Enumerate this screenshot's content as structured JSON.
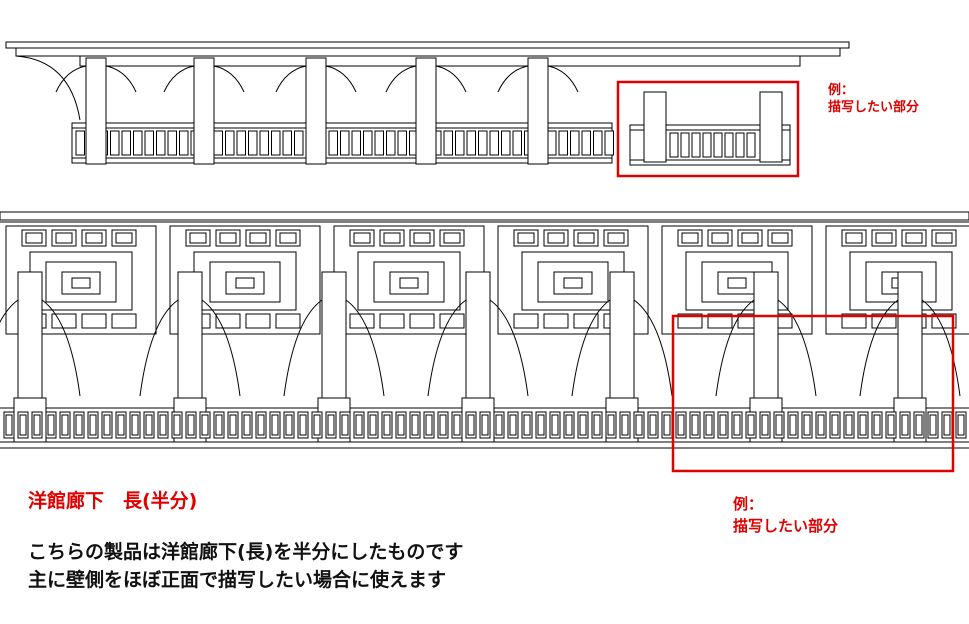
{
  "annotation_top": {
    "line1": "例：",
    "line2": "描写したい部分"
  },
  "annotation_bottom": {
    "line1": "例：",
    "line2": "描写したい部分"
  },
  "product_title": "洋館廊下　長(半分)",
  "description": {
    "line1": "こちらの製品は洋館廊下(長)を半分にしたものです",
    "line2": "主に壁側をほぼ正面で描写したい場合に使えます"
  },
  "colors": {
    "highlight": "#e00000",
    "line": "#000000",
    "background": "#ffffff"
  }
}
